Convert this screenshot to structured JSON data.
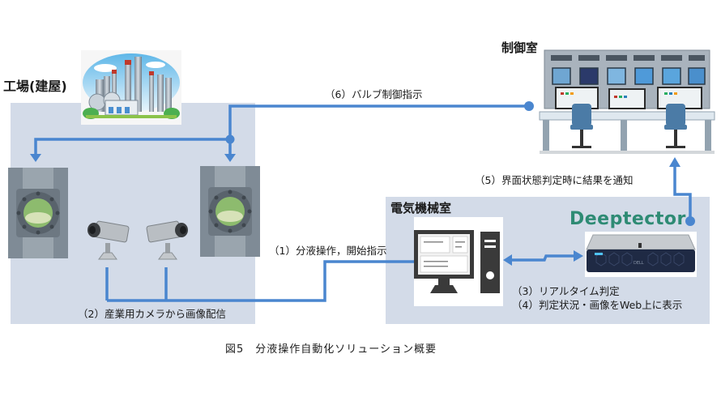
{
  "figure": {
    "caption": "図5　分液操作自動化ソリューション概要"
  },
  "zones": {
    "factory": {
      "title": "工場(建屋)"
    },
    "control_room": {
      "title": "制御室"
    },
    "electrical_room": {
      "title": "電気機械室"
    }
  },
  "steps": {
    "step1": "（1）分液操作，開始指示",
    "step2": "（2）産業用カメラから画像配信",
    "step3": "（3）リアルタイム判定",
    "step4": "（4）判定状況・画像をWeb上に表示",
    "step5": "（5）界面状態判定時に結果を通知",
    "step6": "（6）バルブ制御指示"
  },
  "brand": {
    "logo_text": "Deeptector",
    "logo_mark": "®",
    "server_badge": "DELL"
  },
  "colors": {
    "zone_bg": "#d3dbe8",
    "flow_line": "#4a86cf",
    "logo": "#2e8b74"
  },
  "icons": {
    "factory": "factory-illustration-icon",
    "control_room": "control-room-illustration-icon",
    "valve_left": "sight-glass-valve-icon",
    "valve_right": "sight-glass-valve-icon",
    "camera_left": "industrial-camera-icon",
    "camera_right": "industrial-camera-icon",
    "pc": "desktop-pc-icon",
    "server": "rack-server-icon"
  }
}
